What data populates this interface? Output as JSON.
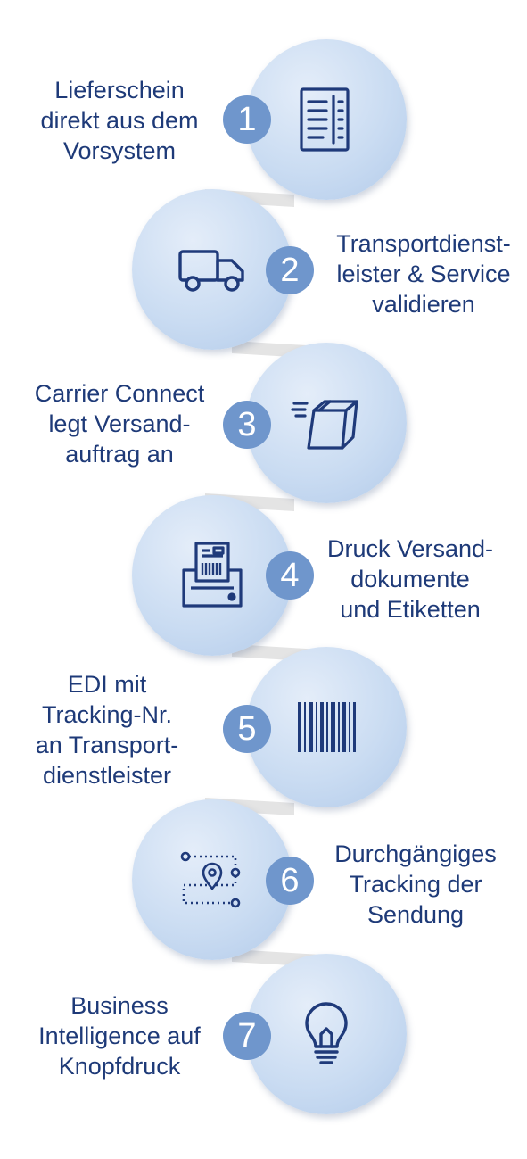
{
  "steps": [
    {
      "number": "1",
      "text": "Lieferschein\ndirekt aus dem\nVorsystem",
      "icon": "document-icon"
    },
    {
      "number": "2",
      "text": "Transportdienst-\nleister & Service\nvalidieren",
      "icon": "truck-icon"
    },
    {
      "number": "3",
      "text": "Carrier Connect\nlegt Versand-\nauftrag an",
      "icon": "package-icon"
    },
    {
      "number": "4",
      "text": "Druck Versand-\ndokumente\nund Etiketten",
      "icon": "printer-icon"
    },
    {
      "number": "5",
      "text": "EDI mit\nTracking-Nr.\nan Transport-\ndienstleister",
      "icon": "barcode-icon"
    },
    {
      "number": "6",
      "text": "Durchgängiges\nTracking der\nSendung",
      "icon": "route-icon"
    },
    {
      "number": "7",
      "text": "Business\nIntelligence auf\nKnopfdruck",
      "icon": "lightbulb-icon"
    }
  ],
  "colors": {
    "circle": "#c3d6f0",
    "badge": "#6f96cc",
    "text": "#1e3a78",
    "icon": "#1f3a7a",
    "connector": "#e2e2e2"
  }
}
